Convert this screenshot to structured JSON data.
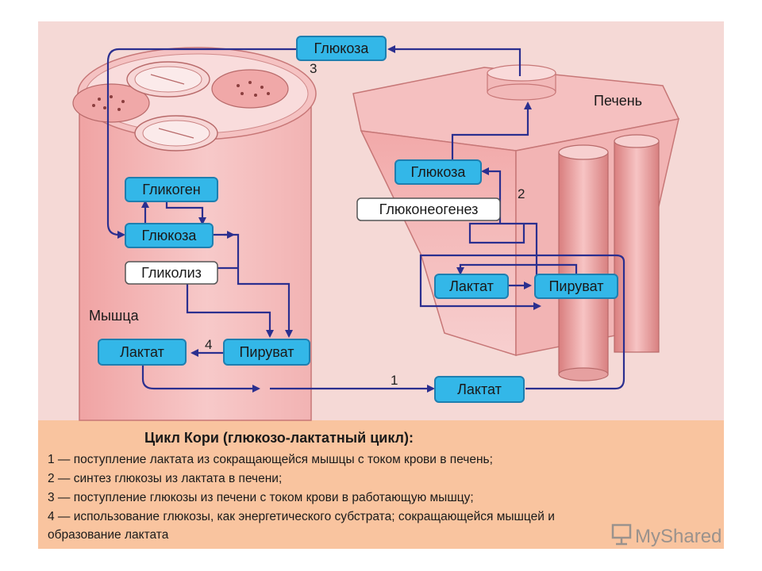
{
  "diagram": {
    "nodes": {
      "glucose_top": "Глюкоза",
      "glycogen": "Гликоген",
      "glucose_muscle": "Глюкоза",
      "glycolysis": "Гликолиз",
      "pyruvate_muscle": "Пируват",
      "lactate_muscle": "Лактат",
      "lactate_blood": "Лактат",
      "glucose_liver": "Глюкоза",
      "gluconeogenesis": "Глюконеогенез",
      "lactate_liver": "Лактат",
      "pyruvate_liver": "Пируват"
    },
    "labels": {
      "muscle": "Мышца",
      "liver": "Печень"
    },
    "step_numbers": {
      "one": "1",
      "two": "2",
      "three": "3",
      "four": "4"
    }
  },
  "legend": {
    "title": "Цикл Кори (глюкозо-лактатный цикл):",
    "lines": [
      "1 — поступление лактата из сокращающейся мышцы с током крови в печень;",
      "2 — синтез глюкозы из лактата в печени;",
      "3 — поступление глюкозы из печени с током крови в работающую мышцу;",
      "4 — использование глюкозы, как энергетического субстрата; сокращающейся мышцей и",
      "образование лактата"
    ]
  },
  "watermark": "MyShared",
  "colors": {
    "panel_bg": "#f5d9d6",
    "legend_bg": "#f9c49f",
    "node_blue": "#33b7e8",
    "arrow": "#2b2f8f",
    "tissue": "#f0a0a0"
  }
}
